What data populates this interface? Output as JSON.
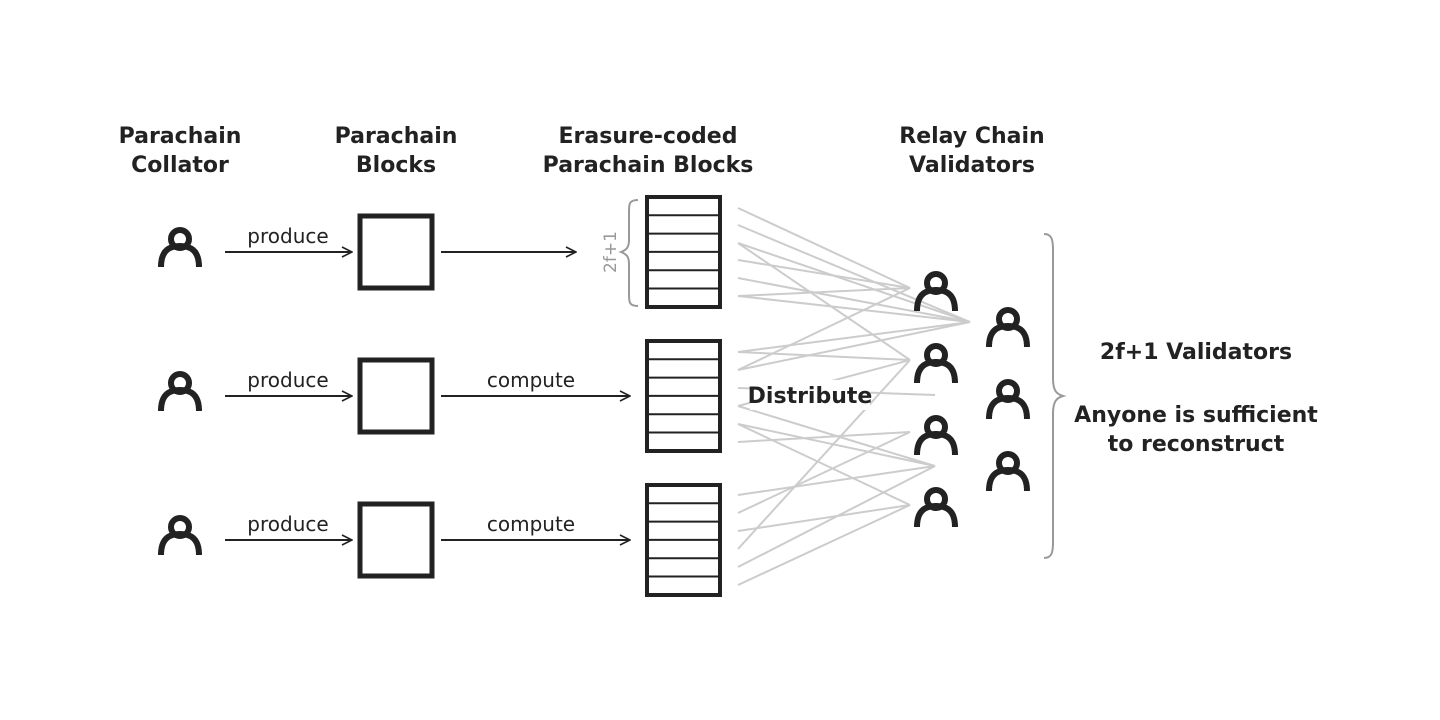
{
  "headers": {
    "collator": [
      "Parachain",
      "Collator"
    ],
    "blocks": [
      "Parachain",
      "Blocks"
    ],
    "erasure": [
      "Erasure-coded",
      "Parachain Blocks"
    ],
    "validators": [
      "Relay Chain",
      "Validators"
    ]
  },
  "rows": [
    {
      "produce_label": "produce",
      "second_label": ""
    },
    {
      "produce_label": "produce",
      "second_label": "compute"
    },
    {
      "produce_label": "produce",
      "second_label": "compute"
    }
  ],
  "brace_label": "2f+1",
  "distribute_label": "Distribute",
  "summary": {
    "title": "2f+1 Validators",
    "line1": "Anyone is sufficient",
    "line2": "to reconstruct"
  },
  "icons": {
    "person": "person-icon",
    "block": "block-square",
    "coded_block": "erasure-coded-block"
  },
  "colors": {
    "ink": "#222222",
    "line": "#cccccc",
    "muted": "#999999"
  }
}
